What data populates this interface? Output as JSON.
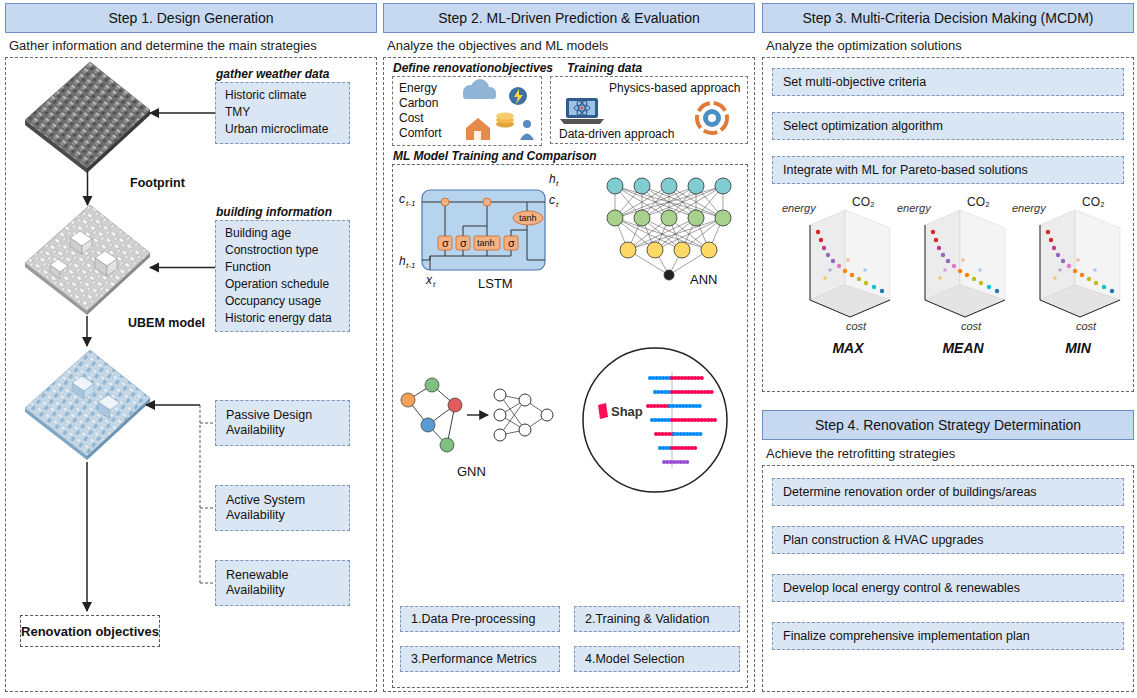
{
  "diagram": {
    "nodes": [
      {
        "text": [
          "Step 1. Design Generation"
        ]
      },
      {
        "text": [
          "Gather information and determine the main strategies"
        ]
      },
      {
        "text": [
          "Footprint"
        ],
        "in": 1
      },
      {
        "text": [
          "gather weather data",
          "Historic climate",
          "TMY",
          "Urban microclimate"
        ],
        "in": 1
      },
      {
        "text": [
          "UBEM model"
        ],
        "in": 1
      },
      {
        "text": [
          "building information",
          "Building age",
          "Constroction type",
          "Function",
          "Operation schedule",
          "Occupancy usage",
          "Historic energy data"
        ],
        "in": 1
      },
      {
        "text": [
          "Passive Design Availability"
        ],
        "in": 1
      },
      {
        "text": [
          "Active System Availability"
        ],
        "in": 1
      },
      {
        "text": [
          "Renewable Availability"
        ],
        "in": 1
      },
      {
        "text": [
          "Renovation objectives"
        ],
        "in": 1
      },
      {
        "text": [
          "Step 2. ML-Driven Prediction & Evaluation"
        ]
      },
      {
        "text": [
          "Analyze the objectives and ML models"
        ]
      },
      {
        "text": [
          "Define renovationobjectives",
          "Energy",
          "Carbon",
          "Cost",
          "Comfort"
        ],
        "in": 11
      },
      {
        "text": [
          "Training data",
          "Physics-based approach",
          "Data-driven approach"
        ],
        "in": 11
      },
      {
        "text": [
          "ML Model Training and Comparison"
        ],
        "in": 11
      },
      {
        "text": [
          "1.Data Pre-processing"
        ],
        "in": 14
      },
      {
        "text": [
          "2.Training & Validation"
        ],
        "in": 14
      },
      {
        "text": [
          "3.Performance Metrics"
        ],
        "in": 14
      },
      {
        "text": [
          "4.Model Selection"
        ],
        "in": 14
      },
      {
        "text": [
          "Step 3. Multi-Criteria Decision Making (MCDM)"
        ]
      },
      {
        "text": [
          "Analyze the optimization solutions"
        ]
      },
      {
        "text": [
          "Set multi-objective criteria"
        ],
        "in": 20
      },
      {
        "text": [
          "Select optimization algorithm"
        ],
        "in": 20
      },
      {
        "text": [
          "Integrate with ML for Pareto-based solutions"
        ],
        "in": 20
      },
      {
        "text": [
          "Step 4. Renovation Strategy Determination"
        ]
      },
      {
        "text": [
          "Achieve the retrofitting strategies"
        ]
      },
      {
        "text": [
          "Determine renovation order of buildings/areas"
        ],
        "in": 25
      },
      {
        "text": [
          "Plan construction & HVAC upgrades"
        ],
        "in": 25
      },
      {
        "text": [
          "Develop local energy control & renewables"
        ],
        "in": 25
      },
      {
        "text": [
          "Finalize comprehensive implementation plan"
        ],
        "in": 25
      }
    ],
    "edges": [
      {
        "from": 3,
        "to": 2,
        "arrow": "to"
      },
      {
        "from": 2,
        "to": 4,
        "arrow": "to"
      },
      {
        "from": 5,
        "to": 4,
        "arrow": "to"
      }
    ],
    "labels": [
      "c",
      "t-1",
      "h",
      "t-1",
      "x",
      "t",
      "h",
      "t",
      "c",
      "t",
      "σ",
      "σ",
      "tanh",
      "σ",
      "tanh",
      "LSTM",
      "ANN",
      "GNN",
      "Shap",
      "energy",
      "CO₂",
      "cost",
      "MAX",
      "energy",
      "CO₂",
      "cost",
      "MEAN",
      "energy",
      "CO₂",
      "cost",
      "MIN"
    ]
  }
}
